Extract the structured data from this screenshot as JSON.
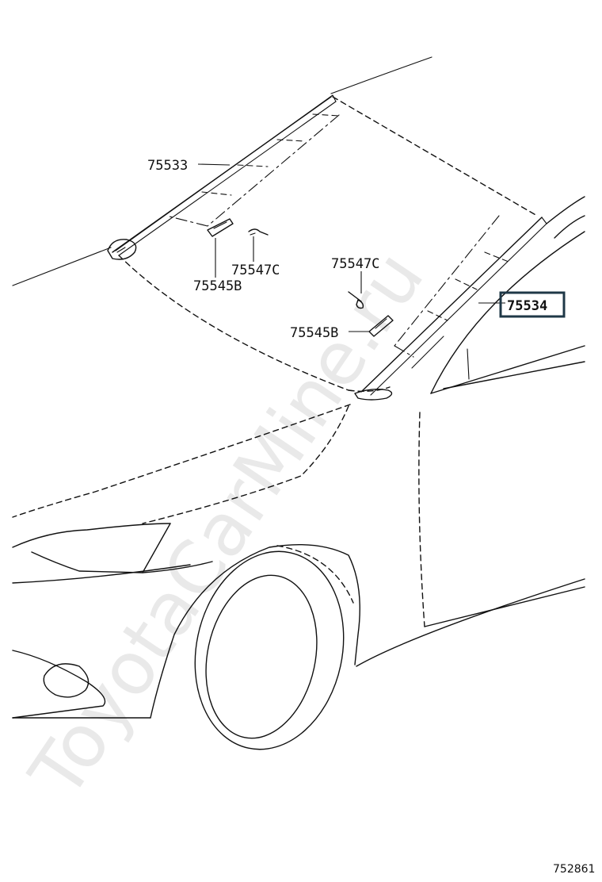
{
  "watermark": "ToyotaCarMine.ru",
  "reference_code": "752861",
  "parts": [
    {
      "id": "75533",
      "label": "75533"
    },
    {
      "id": "75545B-left",
      "label": "75545B"
    },
    {
      "id": "75547C-left",
      "label": "75547C"
    },
    {
      "id": "75547C-right",
      "label": "75547C"
    },
    {
      "id": "75545B-right",
      "label": "75545B"
    },
    {
      "id": "75534",
      "label": "75534",
      "highlighted": true
    }
  ],
  "colors": {
    "line": "#111111",
    "highlight_border": "#1f3847",
    "watermark": "#cfcfcf"
  }
}
